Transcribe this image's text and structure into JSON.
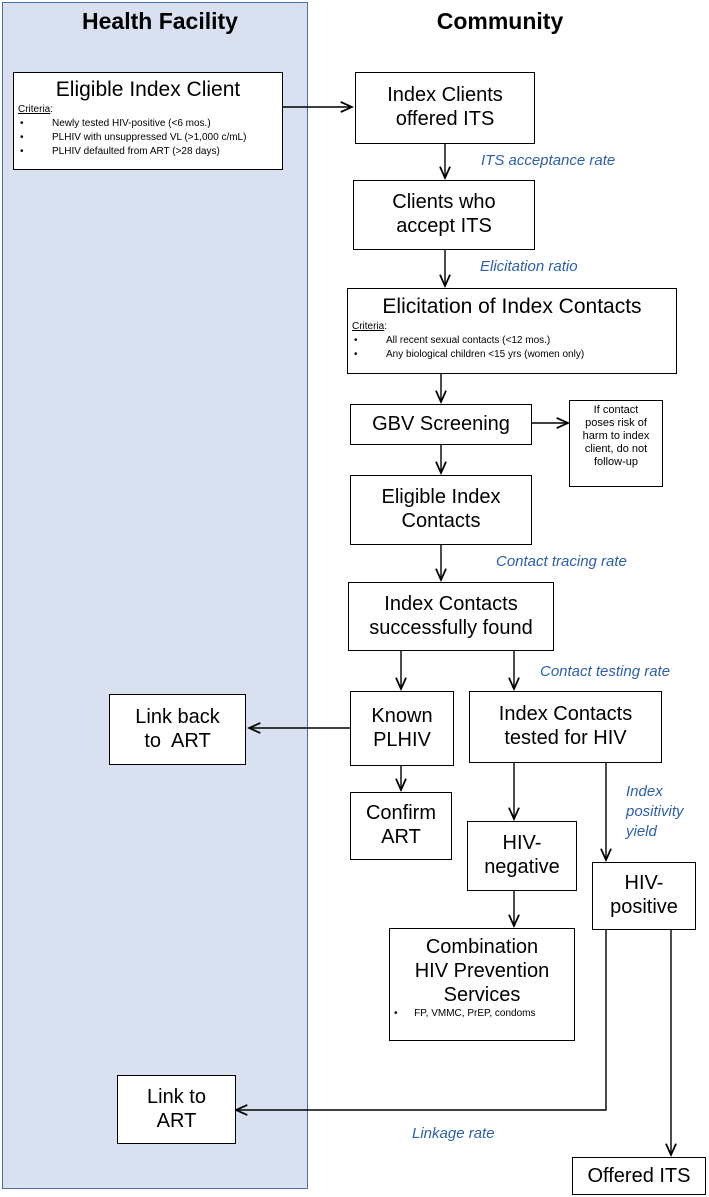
{
  "headers": {
    "health_facility": "Health Facility",
    "community": "Community"
  },
  "boxes": {
    "eligible_index_client": {
      "title": "Eligible Index Client",
      "criteria_label": "Criteria",
      "criteria": [
        "Newly tested HIV-positive (<6 mos.)",
        "PLHIV with unsuppressed VL (>1,000 c/mL)",
        "PLHIV defaulted from ART (>28 days)"
      ]
    },
    "index_clients_offered": {
      "line1": "Index Clients",
      "line2": "offered ITS"
    },
    "clients_accept": {
      "line1": "Clients who",
      "line2": "accept ITS"
    },
    "elicitation": {
      "title": "Elicitation of Index Contacts",
      "criteria_label": "Criteria",
      "criteria": [
        "All recent sexual contacts (<12 mos.)",
        "Any biological children <15 yrs (women only)"
      ]
    },
    "gbv_screening": {
      "label": "GBV Screening"
    },
    "gbv_risk": {
      "line1": "If contact",
      "line2": "poses risk of",
      "line3": "harm to index",
      "line4": "client, do not",
      "line5": "follow-up"
    },
    "eligible_contacts": {
      "line1": "Eligible Index",
      "line2": "Contacts"
    },
    "contacts_found": {
      "line1": "Index Contacts",
      "line2": "successfully found"
    },
    "known_plhiv": {
      "line1": "Known",
      "line2": "PLHIV"
    },
    "contacts_tested": {
      "line1": "Index Contacts",
      "line2": "tested for HIV"
    },
    "link_back_art": {
      "line1": "Link back",
      "line2": "to  ART"
    },
    "confirm_art": {
      "line1": "Confirm",
      "line2": "ART"
    },
    "hiv_negative": {
      "line1": "HIV-",
      "line2": "negative"
    },
    "hiv_positive": {
      "line1": "HIV-",
      "line2": "positive"
    },
    "combination": {
      "line1": "Combination",
      "line2": "HIV Prevention",
      "line3": "Services",
      "bullet": "FP, VMMC, PrEP, condoms"
    },
    "link_to_art": {
      "line1": "Link to",
      "line2": "ART"
    },
    "offered_its": {
      "label": "Offered ITS"
    }
  },
  "metrics": {
    "its_acceptance_rate": "ITS acceptance rate",
    "elicitation_ratio": "Elicitation ratio",
    "contact_tracing_rate": "Contact tracing rate",
    "contact_testing_rate": "Contact testing rate",
    "index_positivity_yield": {
      "line1": "Index",
      "line2": "positivity",
      "line3": "yield"
    },
    "linkage_rate": "Linkage rate"
  },
  "colors": {
    "panel_fill": "#d9e1f1",
    "panel_border": "#4a6ea9",
    "metric_text": "#2e5fa3"
  }
}
